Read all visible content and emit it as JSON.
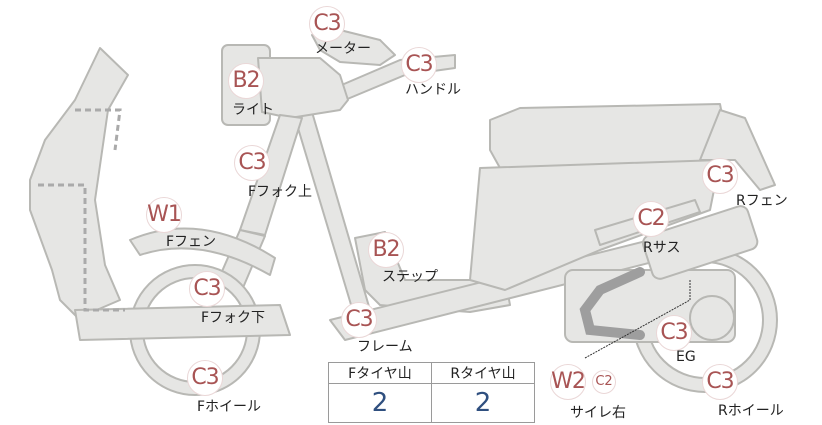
{
  "parts": {
    "meter": {
      "grade": "C3",
      "label": "メーター"
    },
    "light": {
      "grade": "B2",
      "label": "ライト"
    },
    "handle": {
      "grade": "C3",
      "label": "ハンドル"
    },
    "fork_upper": {
      "grade": "C3",
      "label": "Fフォク上"
    },
    "front_fender": {
      "grade": "W1",
      "label": "Fフェン"
    },
    "step": {
      "grade": "B2",
      "label": "ステップ"
    },
    "fork_lower": {
      "grade": "C3",
      "label": "Fフォク下"
    },
    "frame": {
      "grade": "C3",
      "label": "フレーム"
    },
    "front_wheel": {
      "grade": "C3",
      "label": "Fホイール"
    },
    "rear_fender": {
      "grade": "C3",
      "label": "Rフェン"
    },
    "rear_susp": {
      "grade": "C2",
      "label": "Rサス"
    },
    "engine": {
      "grade": "C3",
      "label": "EG"
    },
    "rear_wheel": {
      "grade": "C3",
      "label": "Rホイール"
    },
    "side_right": {
      "grade": "W2",
      "extra_grade": "C2",
      "label": "サイレ右"
    }
  },
  "tread": {
    "front_header": "Fタイヤ山",
    "rear_header": "Rタイヤ山",
    "front_value": "2",
    "rear_value": "2"
  },
  "colors": {
    "part_fill": "#e6e6e4",
    "part_stroke": "#b8b8b4",
    "grade_text": "#a85454",
    "tread_value": "#2f4f7f"
  }
}
